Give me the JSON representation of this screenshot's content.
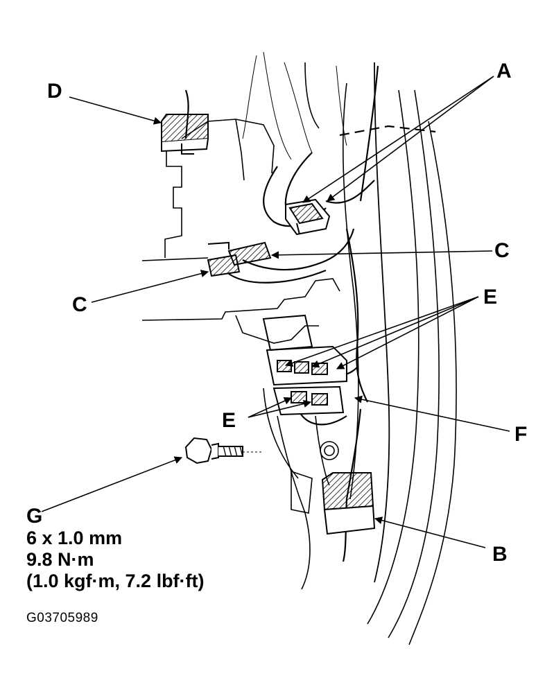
{
  "callouts": {
    "a": "A",
    "b": "B",
    "c": "C",
    "d": "D",
    "e": "E",
    "f": "F",
    "g": "G"
  },
  "bolt_spec": {
    "size": "6 x 1.0 mm",
    "torque_nm": "9.8 N·m",
    "torque_alt": "(1.0 kgf·m, 7.2 lbf·ft)"
  },
  "figure_id": "G03705989",
  "colors": {
    "ink": "#000000",
    "paper": "#ffffff"
  },
  "icons": {
    "connector": "hatched-connector-block",
    "bolt": "flange-bolt"
  }
}
